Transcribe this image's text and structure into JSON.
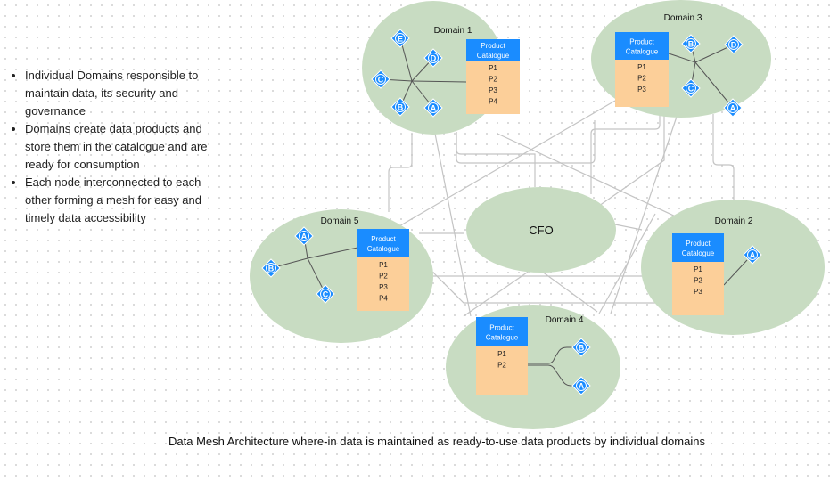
{
  "bullets": [
    "Individual Domains responsible to maintain data, its security and governance",
    "Domains create data products and store them in the catalogue and are ready for consumption",
    "Each node interconnected to each other forming a mesh for easy and timely data accessibility"
  ],
  "center_label": "CFO",
  "catalogue_title": [
    "Product",
    "Catalogue"
  ],
  "domains": [
    {
      "name": "Domain 1",
      "products": [
        "P1",
        "P2",
        "P3",
        "P4"
      ],
      "nodes": [
        "E",
        "D",
        "C",
        "B",
        "A"
      ]
    },
    {
      "name": "Domain 3",
      "products": [
        "P1",
        "P2",
        "P3"
      ],
      "nodes": [
        "B",
        "D",
        "C",
        "A"
      ]
    },
    {
      "name": "Domain 5",
      "products": [
        "P1",
        "P2",
        "P3",
        "P4"
      ],
      "nodes": [
        "A",
        "B",
        "C"
      ]
    },
    {
      "name": "Domain 2",
      "products": [
        "P1",
        "P2",
        "P3"
      ],
      "nodes": [
        "A"
      ]
    },
    {
      "name": "Domain 4",
      "products": [
        "P1",
        "P2"
      ],
      "nodes": [
        "B",
        "A"
      ]
    }
  ],
  "caption": "Data Mesh Architecture where-in data is maintained as ready-to-use data products by individual domains",
  "colors": {
    "domain_fill": "#c8dcc2",
    "catalogue_header": "#1a8cff",
    "catalogue_body": "#fccf99",
    "node_fill": "#1a8cff",
    "connector": "#c4c4c4"
  }
}
